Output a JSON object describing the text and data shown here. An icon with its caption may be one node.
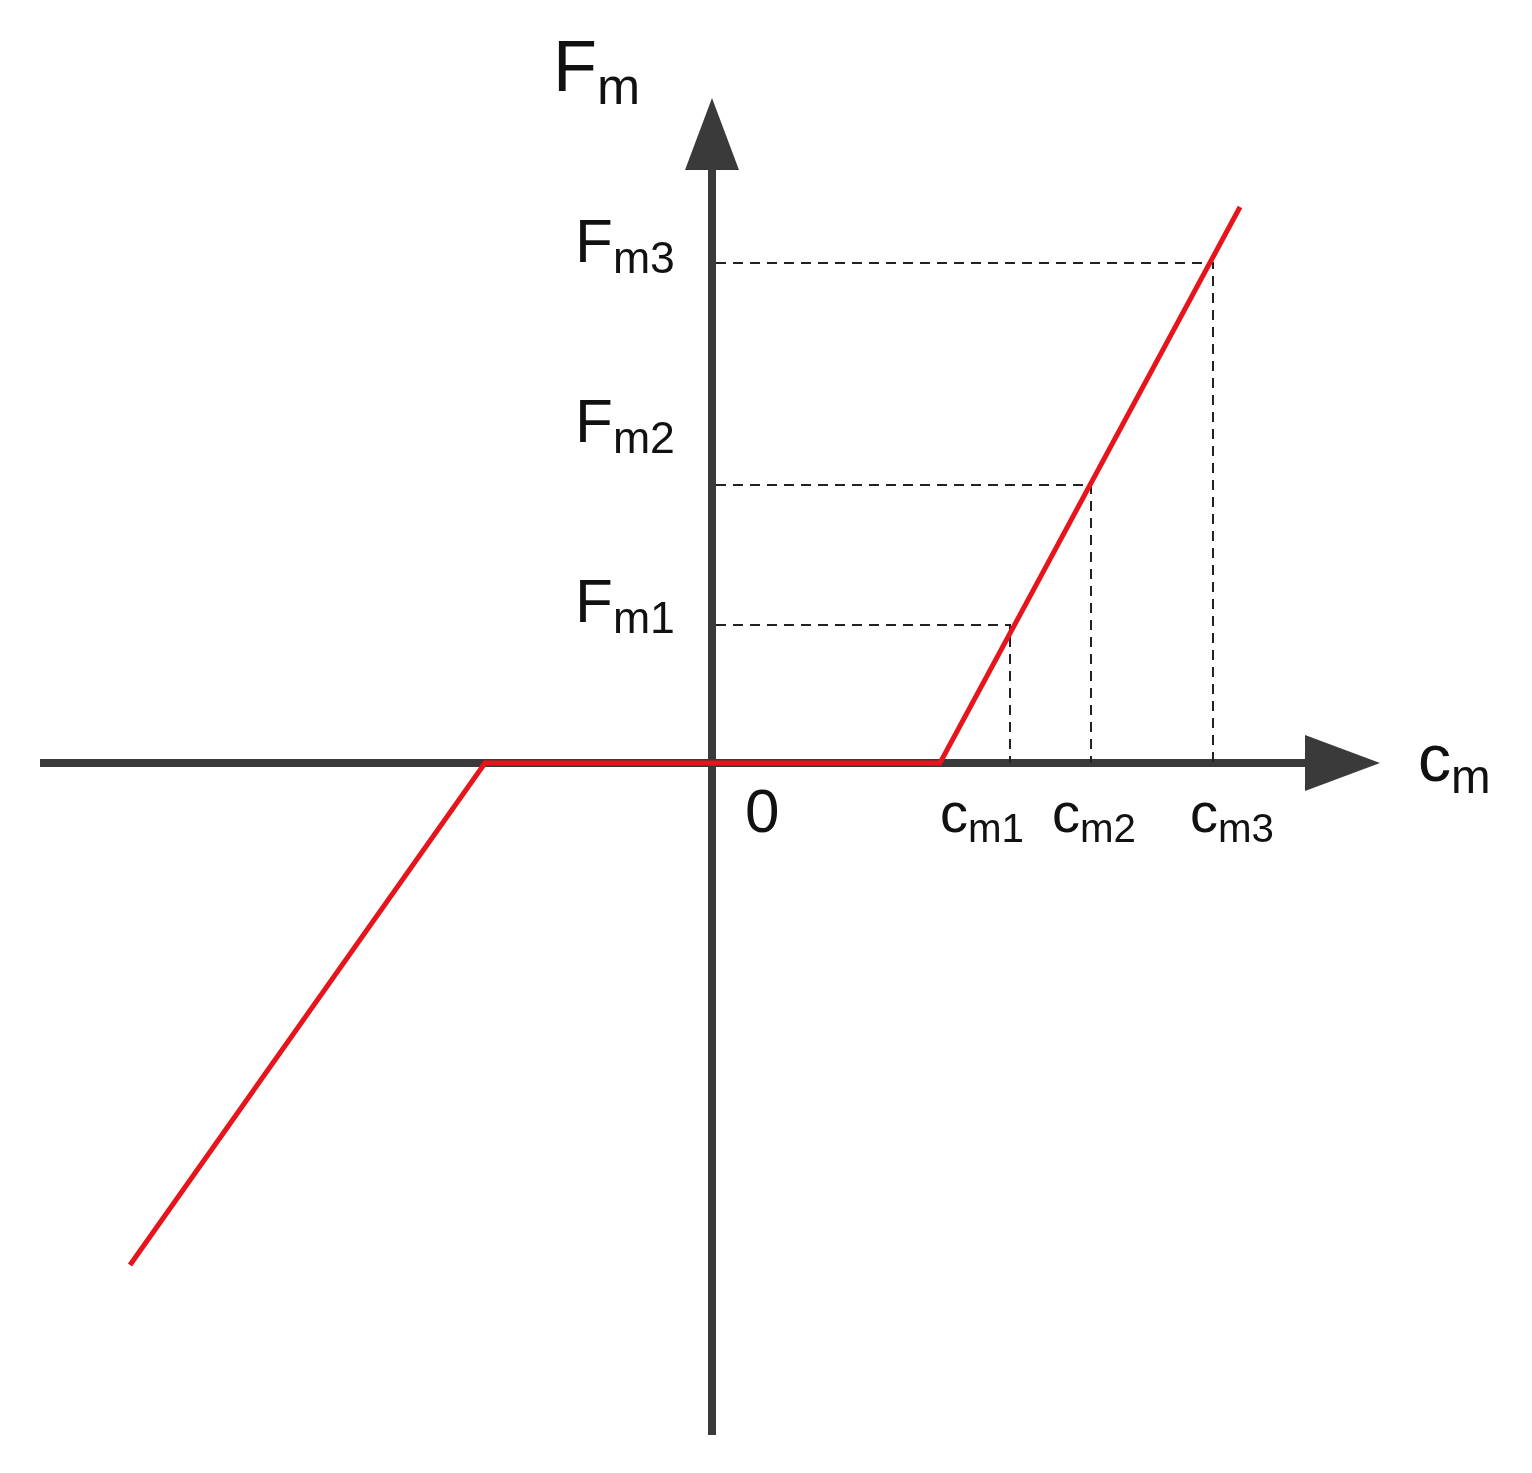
{
  "diagram": {
    "labels": [
      "F$_{m}$",
      "F$_{m3}$",
      "F$_{m2}$",
      "F$_{m1}$",
      "c$_{m}$",
      "0",
      "c$_{m1}$",
      "c$_{m2}$",
      "c$_{m3}$"
    ]
  }
}
